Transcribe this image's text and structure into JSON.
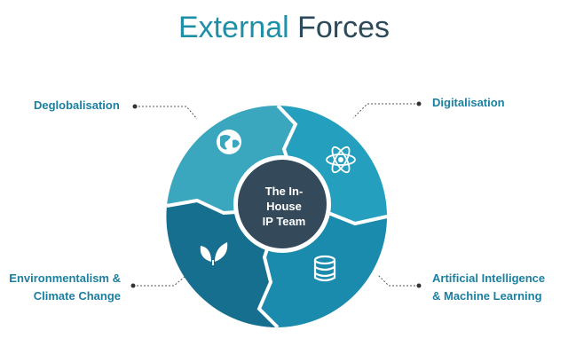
{
  "title": {
    "part1": "External",
    "part2": "Forces"
  },
  "center": {
    "line1": "The In-",
    "line2": "House",
    "line3": "IP Team"
  },
  "forces": [
    {
      "label": "Deglobalisation",
      "icon": "globe-icon",
      "color": "#3aa7bf"
    },
    {
      "label": "Digitalisation",
      "icon": "atom-icon",
      "color": "#249fbe"
    },
    {
      "label_line1": "Artificial Intelligence",
      "label_line2": "& Machine Learning",
      "icon": "database-icon",
      "color": "#1a8aad"
    },
    {
      "label_line1": "Environmentalism &",
      "label_line2": "Climate Change",
      "icon": "leaf-icon",
      "color": "#176f8f"
    }
  ]
}
